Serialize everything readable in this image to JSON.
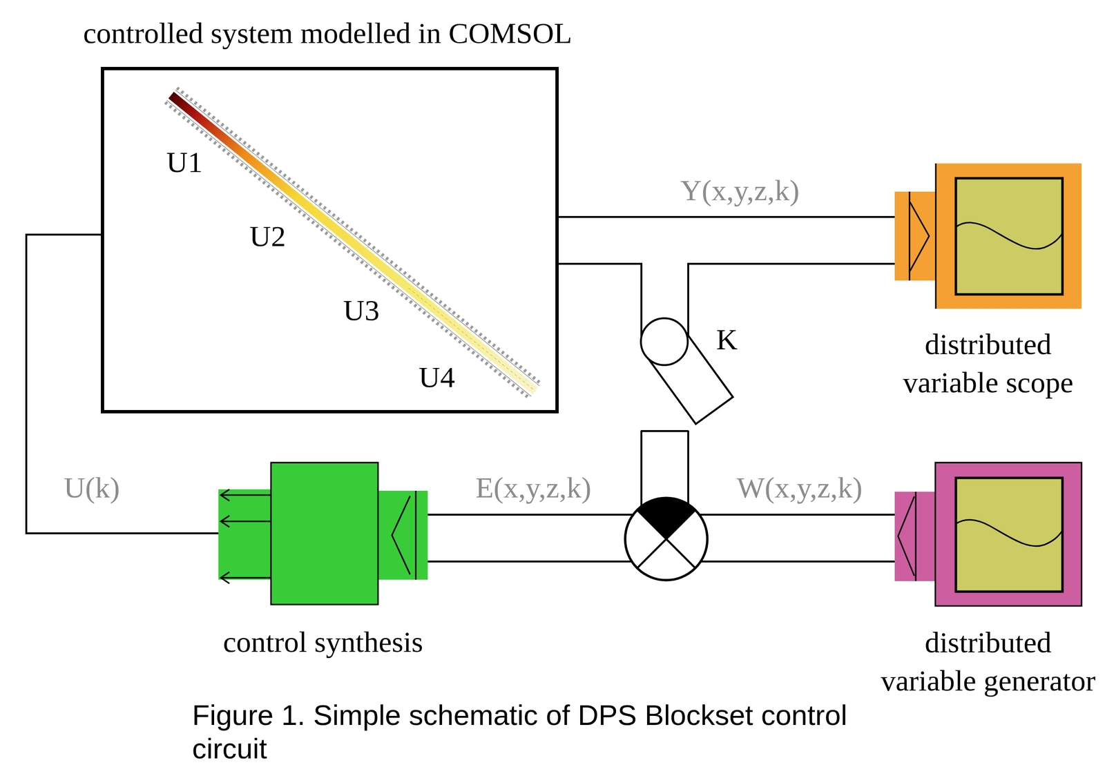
{
  "diagram": {
    "caption": "Figure 1. Simple schematic of DPS Blockset control circuit",
    "nodes": [
      {
        "text": [
          "controlled system modelled in COMSOL"
        ]
      },
      {
        "text": [
          "distributed variable scope"
        ]
      },
      {
        "text": [
          "control synthesis"
        ]
      },
      {
        "text": [
          "distributed variable generator"
        ]
      }
    ],
    "edges": [
      {
        "from": 0,
        "to": 1,
        "arrow": "none",
        "label": "Y(x,y,z,k)"
      },
      {
        "from": 0,
        "to": 2,
        "arrow": "none"
      },
      {
        "from": 3,
        "to": 2,
        "arrow": "none"
      },
      {
        "from": 2,
        "to": 0,
        "arrow": "none",
        "label": "U(k)"
      }
    ],
    "labels": [
      "U1",
      "U2",
      "U3",
      "U4",
      "K",
      "E(x,y,z,k)",
      "W(x,y,z,k)"
    ]
  }
}
